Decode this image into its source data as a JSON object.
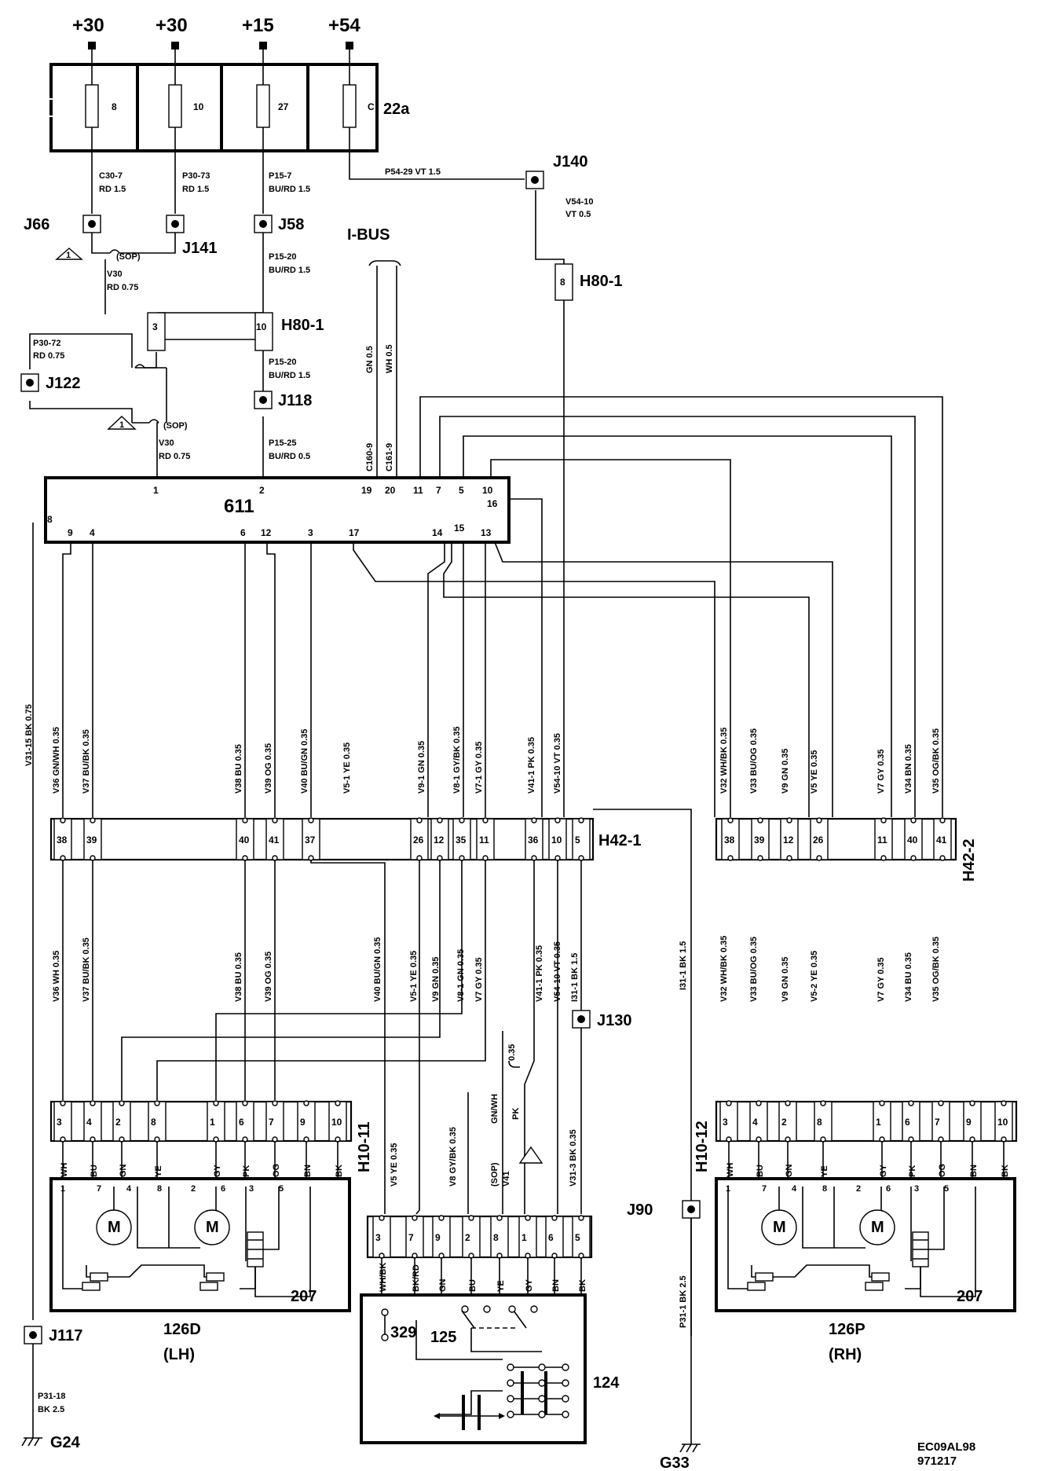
{
  "diagram": {
    "supply": {
      "labels": [
        "+30",
        "+30",
        "+15",
        "+54"
      ],
      "fuses": [
        "8",
        "10",
        "27",
        "C"
      ],
      "fusebox": "22a"
    },
    "connectors": {
      "j140": "J140",
      "j66": "J66",
      "j141": "J141",
      "j58": "J58",
      "j122": "J122",
      "j118": "J118",
      "j130": "J130",
      "j90": "J90",
      "j117": "J117",
      "ibus": "I-BUS"
    },
    "wires": {
      "p5429": "P54-29   VT  1.5",
      "c307": "C30-7",
      "c307b": "RD  1.5",
      "p3073": "P30-73",
      "p3073b": "RD  1.5",
      "p157": "P15-7",
      "p157b": "BU/RD  1.5",
      "v5410": "V54-10",
      "v5410b": "VT  0.5",
      "sop": "(SOP)",
      "p1520a": "P15-20",
      "p1520ab": "BU/RD  1.5",
      "v30a": "V30",
      "v30ab": "RD  0.75",
      "p3072": "P30-72",
      "p3072b": "RD  0.75",
      "p1520b": "P15-20",
      "p1520bb": "BU/RD  1.5",
      "v30b": "V30",
      "v30bb": "RD  0.75",
      "p1525": "P15-25",
      "p1525b": "BU/RD  0.5",
      "gn05": "GN  0.5",
      "wh05": "WH  0.5",
      "c1609": "C160-9",
      "c1619": "C161-9",
      "v3115": "V31-15   BK  0.75",
      "i311": "I31-1      BK  1.5",
      "p311": "P31-1      BK  2.5",
      "p3118": "P31-18",
      "p3118b": "BK  2.5",
      "sop2": "(SOP)",
      "v41": "V41",
      "pk": "PK",
      "gnwh": "GN/WH",
      "w035": "0.35"
    },
    "upper_lh": [
      "V36  GN/WH 0.35",
      "V37  BU/BK 0.35",
      "V38  BU  0.35",
      "V39  OG  0.35",
      "V40  BU/GN 0.35",
      "V5-1  YE  0.35",
      "V9-1  GN  0.35",
      "V8-1  GY/BK  0.35",
      "V7-1  GY  0.35",
      "V41-1  PK  0.35",
      "V54-10  VT  0.35"
    ],
    "upper_rh": [
      "V32  WH/BK 0.35",
      "V33  BU/OG 0.35",
      "V9  GN 0.35",
      "V5  YE  0.35",
      "V7  GY  0.35",
      "V34  BN  0.35",
      "V35  OG/BK  0.35"
    ],
    "lower_lh": [
      "V36  WH 0.35",
      "V37  BU/BK  0.35",
      "V38  BU  0.35",
      "V39  OG  0.35",
      "V40  BU/GN  0.35",
      "V5-1  YE  0.35",
      "V9  GN  0.35",
      "V8-1  GN  0.35",
      "V7  GY  0.35",
      "V41-1  PK  0.35",
      "V54-10  VT  0.35",
      "I31-1  BK  1.5"
    ],
    "lower_rh": [
      "V32  WH/BK 0.35",
      "V33  BU/OG 0.35",
      "V9  GN 0.35",
      "V5-2  YE  0.35",
      "V7  GY  0.35",
      "V34  BU  0.35",
      "V35  OG/BK  0.35"
    ],
    "mid_labels": [
      "V5   YE  0.35",
      "V8  GY/BK  0.35",
      "V31-3  BK  0.35"
    ],
    "ecu": {
      "name": "611",
      "pins_top": [
        "1",
        "2",
        "19",
        "20",
        "11",
        "7",
        "5",
        "10",
        "16"
      ],
      "pins_bottom": [
        "8",
        "9",
        "4",
        "6",
        "12",
        "3",
        "17",
        "14",
        "15",
        "13"
      ]
    },
    "h80_1": {
      "label": "H80-1",
      "pins": [
        "3",
        "10"
      ],
      "label2": "H80-1",
      "pin2": "8"
    },
    "h42_1": {
      "label": "H42-1",
      "pins": [
        "38",
        "39",
        "40",
        "41",
        "37",
        "26",
        "12",
        "35",
        "11",
        "36",
        "10",
        "5"
      ]
    },
    "h42_2": {
      "label": "H42-2",
      "pins": [
        "38",
        "39",
        "12",
        "26",
        "11",
        "40",
        "41"
      ]
    },
    "h10_11": {
      "label": "H10-11",
      "pins": [
        "3",
        "4",
        "2",
        "8",
        "1",
        "6",
        "7",
        "9",
        "10"
      ]
    },
    "h10_12": {
      "label": "H10-12",
      "pins": [
        "3",
        "4",
        "2",
        "8",
        "1",
        "6",
        "7",
        "9",
        "10"
      ]
    },
    "mirror_colors": [
      "WH",
      "BU",
      "GN",
      "YE",
      "GY",
      "PK",
      "OG",
      "BN",
      "BK"
    ],
    "mirror_lh": {
      "pins": [
        "1",
        "7",
        "4",
        "8",
        "2",
        "6",
        "3",
        "5"
      ],
      "id": "207",
      "name": "126D",
      "side": "(LH)"
    },
    "mirror_rh": {
      "pins": [
        "1",
        "7",
        "4",
        "8",
        "2",
        "6",
        "3",
        "5"
      ],
      "id": "207",
      "name": "126P",
      "side": "(RH)"
    },
    "switch": {
      "conn_pins": [
        "3",
        "7",
        "9",
        "2",
        "8",
        "1",
        "6",
        "5"
      ],
      "colors": [
        "WH/BK",
        "BK/RD",
        "GN",
        "BU",
        "YE",
        "GY",
        "BN",
        "BK"
      ],
      "ids": [
        "329",
        "125",
        "124"
      ]
    },
    "grounds": [
      "G24",
      "G33"
    ],
    "footer": [
      "EC09AL98",
      "971217"
    ]
  }
}
